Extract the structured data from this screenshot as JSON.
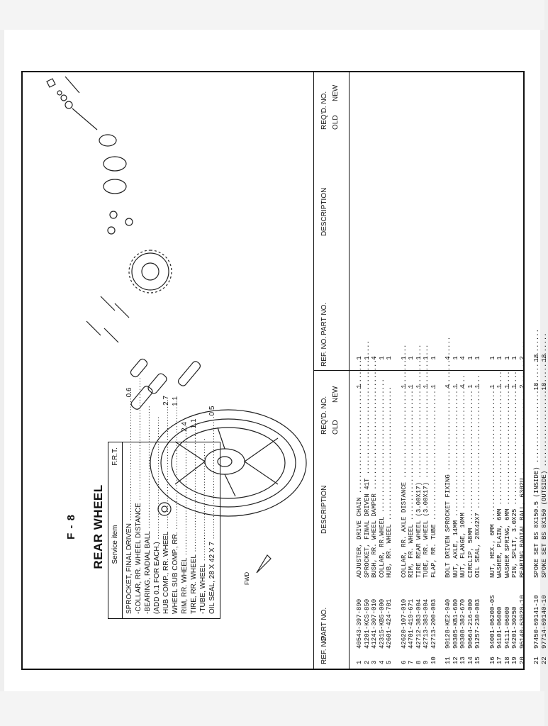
{
  "section": {
    "figure_label": "F - 8",
    "title": "REAR WHEEL"
  },
  "frt_table": {
    "header": {
      "item": "Service item",
      "frt": "F.R.T."
    },
    "rows": [
      {
        "item": "SPROCKET, FINAL DRIVEN",
        "frt": "0.6"
      },
      {
        "item": "-COLLAR, RR. WHEEL DISTANCE",
        "frt": ""
      },
      {
        "item": "-BEARING, RADIAL BALL",
        "frt": ""
      },
      {
        "item": "(ADD 0.1 FOR EACH.)",
        "frt": ""
      },
      {
        "item": "HUB COMP., RR. WHEEL",
        "frt": "2.7"
      },
      {
        "item": "WHEEL SUB COMP., RR.",
        "frt": "1.1"
      },
      {
        "item": "RIM, RR. WHEEL",
        "frt": "2.4"
      },
      {
        "item": "TIRE, RR. WHEEL",
        "frt": "1.1"
      },
      {
        "item": "-TUBE, WHEEL",
        "frt": ""
      },
      {
        "item": "OIL SEAL, 28 X 42 X 7",
        "frt": "0.5"
      }
    ]
  },
  "columns": {
    "ref": "REF. NO.",
    "part": "PART NO.",
    "desc": "DESCRIPTION",
    "reqd": "REQ'D. NO.",
    "old": "OLD",
    "new": "NEW"
  },
  "parts_left": [
    {
      "ref": "1",
      "part": "40543-397-890",
      "desc": "ADJUSTER, DRIVE CHAIN",
      "old": "1",
      "new": "1"
    },
    {
      "ref": "2",
      "part": "41201-KCS-850",
      "desc": "SPROCKET, FINAL DRIVEN 41T",
      "old": "",
      "new": "1"
    },
    {
      "ref": "3",
      "part": "41241-307-010",
      "desc": "BUSH, RR. WHEEL DAMPER",
      "old": "",
      "new": "4"
    },
    {
      "ref": "4",
      "part": "42315-KB5-000",
      "desc": "COLLAR, RR.WHEEL",
      "old": "",
      "new": "1"
    },
    {
      "ref": "5",
      "part": "42601-424-701",
      "desc": "HUB, RR. WHEEL",
      "old": "",
      "new": "1"
    },
    {
      "ref": "6",
      "part": "42620-107-010",
      "desc": "COLLAR, RR. AXLE DISTANCE",
      "old": "1",
      "new": "1"
    },
    {
      "ref": "7",
      "part": "44701-419-671",
      "desc": "RIM, FR. WHEEL",
      "old": "1",
      "new": "1"
    },
    {
      "ref": "8",
      "part": "42712-383-004",
      "desc": "TIRE REAR WHEEL (3.00X17)",
      "old": "1",
      "new": "1"
    },
    {
      "ref": "9",
      "part": "42713-383-004",
      "desc": "TUBE, RR. WHEEL (3.00X17)",
      "old": "1",
      "new": "1"
    },
    {
      "ref": "10",
      "part": "42713-200-003",
      "desc": "FLAP, RR. TUBE",
      "old": "1",
      "new": "1"
    },
    {
      "ref": "11",
      "part": "90128-KE2-940",
      "desc": "BOLT DRIVEN SPROCKET FIXING",
      "old": "4",
      "new": "4"
    },
    {
      "ref": "12",
      "part": "90305-KB1-680",
      "desc": "NUT, AXLE, 14MM",
      "old": "1",
      "new": "1"
    },
    {
      "ref": "13",
      "part": "90308-382-670",
      "desc": "NUT, FLANGE, 10MM",
      "old": "4",
      "new": "4"
    },
    {
      "ref": "14",
      "part": "90664-216-000",
      "desc": "CIRCLIP, 58MM",
      "old": "1",
      "new": "1"
    },
    {
      "ref": "15",
      "part": "91257-230-003",
      "desc": "OIL SEAL, 28X42X7",
      "old": "1",
      "new": "1"
    },
    {
      "ref": "16",
      "part": "94001-06200-0S",
      "desc": "NUT, HEX., 6MM",
      "old": "1",
      "new": "1"
    },
    {
      "ref": "17",
      "part": "94101-06000",
      "desc": "WASHER, PLAIN, 6MM",
      "old": "1",
      "new": "1"
    },
    {
      "ref": "18",
      "part": "94111-06000",
      "desc": "WASHER SPRING, 6MM",
      "old": "1",
      "new": "1"
    },
    {
      "ref": "19",
      "part": "94201-30250",
      "desc": "PIN, SPLIT, 3.0X25",
      "old": "1",
      "new": "1"
    },
    {
      "ref": "20",
      "part": "96140-63020-10",
      "desc": "BEARING RADIAL BALL, 6302U",
      "old": "2",
      "new": "2"
    },
    {
      "ref": "21",
      "part": "97450-69141-10",
      "desc": "SPOKE SET BS 8X150.5 (INSIDE)",
      "old": "18",
      "new": "18"
    },
    {
      "ref": "22",
      "part": "97714-69140-10",
      "desc": "SPOKE SET BS 8X150 (OUTSIDE)",
      "old": "18",
      "new": "18"
    }
  ],
  "diagram": {
    "fwd_label": "FWD"
  }
}
